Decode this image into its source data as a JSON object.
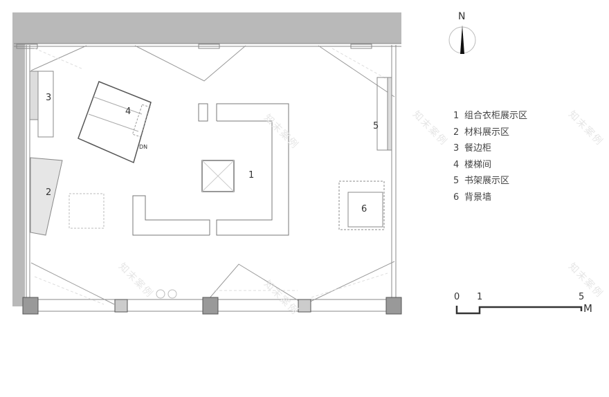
{
  "plan": {
    "area_labels": [
      "1",
      "2",
      "3",
      "4",
      "5",
      "6"
    ],
    "stair_direction": "DN"
  },
  "north_arrow": {
    "label": "N"
  },
  "legend": [
    {
      "num": "1",
      "text": "组合衣柜展示区"
    },
    {
      "num": "2",
      "text": "材料展示区"
    },
    {
      "num": "3",
      "text": "餐边柜"
    },
    {
      "num": "4",
      "text": "楼梯间"
    },
    {
      "num": "5",
      "text": "书架展示区"
    },
    {
      "num": "6",
      "text": "背景墙"
    }
  ],
  "scale_bar": {
    "ticks": [
      "0",
      "1",
      "5"
    ],
    "unit": "M"
  },
  "watermark": "知末案例",
  "colors": {
    "wall": "#b8b8b8",
    "line": "#777777",
    "column": "#8a8a8a"
  }
}
